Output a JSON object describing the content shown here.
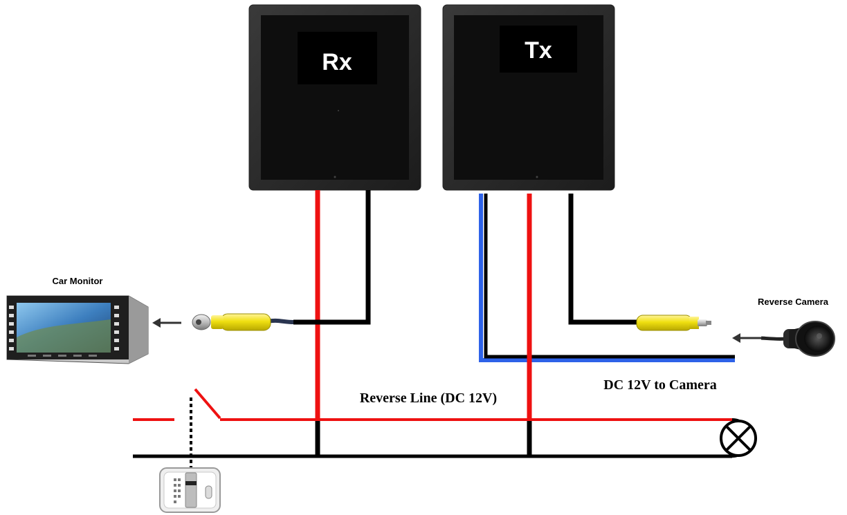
{
  "diagram": {
    "boxes": {
      "receiver": {
        "label": "Rx"
      },
      "transmitter": {
        "label": "Tx"
      }
    },
    "devices": {
      "monitor": {
        "label": "Car Monitor"
      },
      "camera": {
        "label": "Reverse Camera"
      }
    },
    "wire_labels": {
      "reverse_line": "Reverse Line (DC 12V)",
      "camera_power": "DC 12V to Camera"
    },
    "colors": {
      "power_wire": "#ee1111",
      "ground_wire": "#000000",
      "camera_power_wire": "#2e62e8",
      "box_fill": "#0e0e0e",
      "rca_plug": "#f0e011"
    }
  }
}
